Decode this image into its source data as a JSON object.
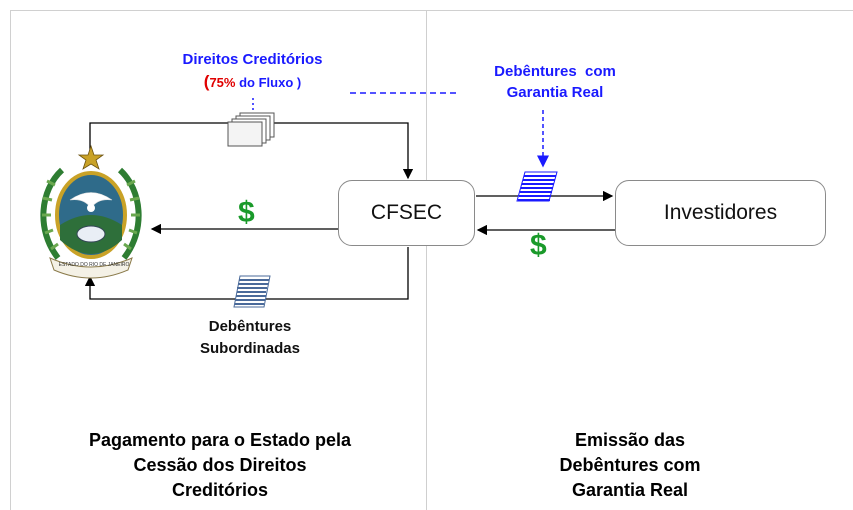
{
  "left_top_label": {
    "title": "Direitos Creditórios",
    "paren_open": "(",
    "percent": "75%",
    "rest": " do Fluxo )"
  },
  "right_top_label": {
    "line1": "Debêntures  com",
    "line2": "Garantia Real"
  },
  "nodes": {
    "cfsec": "CFSEC",
    "investors": "Investidores"
  },
  "symbols": {
    "dollar_left": "$",
    "dollar_right": "$"
  },
  "subordinate_label": {
    "line1": "Debêntures",
    "line2": "Subordinadas"
  },
  "footer_left": {
    "line1": "Pagamento para o Estado pela",
    "line2": "Cessão dos Direitos",
    "line3": "Creditórios"
  },
  "footer_right": {
    "line1": "Emissão das",
    "line2": "Debêntures com",
    "line3": "Garantia Real"
  },
  "seal": {
    "text": "ESTADO DO RIO DE JANEIRO"
  },
  "colors": {
    "blue": "#1a1aff",
    "red": "#e00000",
    "green": "#1a9a2a"
  }
}
